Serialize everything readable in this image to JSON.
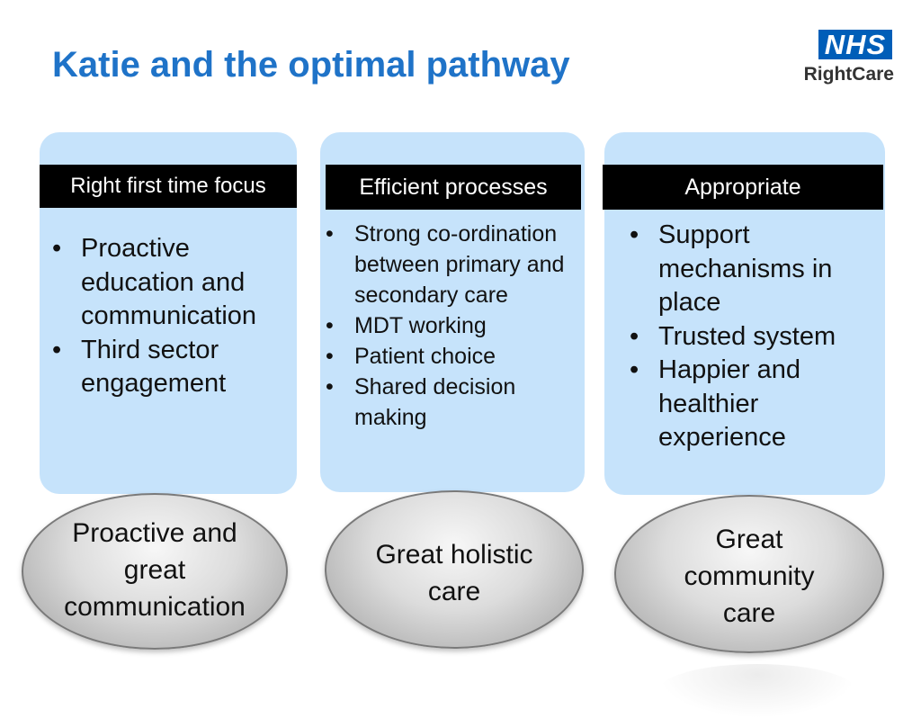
{
  "slide": {
    "title": "Katie and the optimal pathway",
    "logo": {
      "mark": "NHS",
      "subtitle": "RightCare",
      "color": "#005eb8"
    }
  },
  "panels": [
    {
      "header": "Right first time focus",
      "bullets": [
        "Proactive education and communication",
        "Third sector engagement"
      ]
    },
    {
      "header": "Efficient processes",
      "bullets": [
        "Strong co-ordination between primary and secondary care",
        "MDT working",
        "Patient choice",
        "Shared decision making"
      ]
    },
    {
      "header": "Appropriate",
      "bullets": [
        "Support mechanisms in place",
        "Trusted system",
        "Happier and healthier experience"
      ]
    }
  ],
  "outcomes": [
    "Proactive and great communication",
    "Great holistic care",
    "Great community care"
  ],
  "colors": {
    "title": "#1f73c8",
    "panel_bg": "#c6e3fb",
    "header_bg": "#000000",
    "header_text": "#ffffff"
  }
}
